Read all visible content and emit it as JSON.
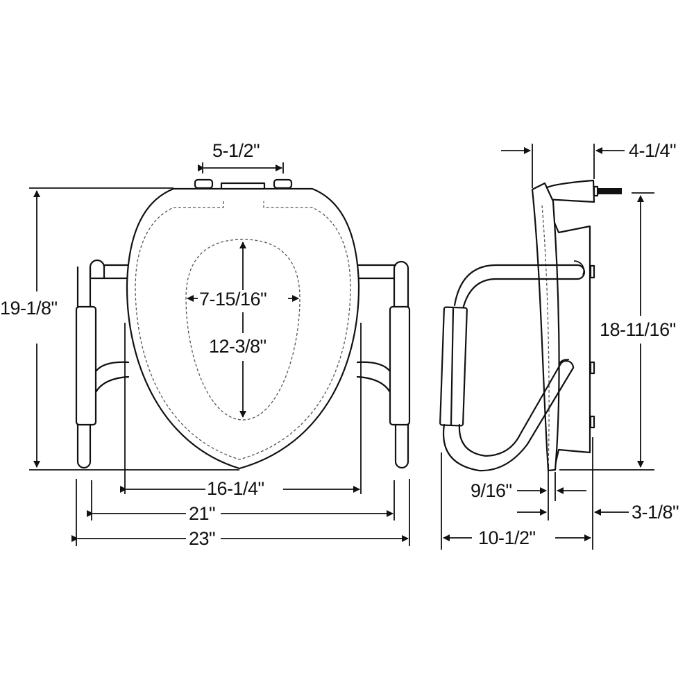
{
  "diagram": {
    "subject": "Raised toilet seat with support arms - dimension drawing",
    "views": [
      "front",
      "side"
    ],
    "colors": {
      "line": "#111111",
      "background": "#ffffff",
      "hidden_line": "#555555"
    }
  },
  "front_view": {
    "dimensions": {
      "hinge_spacing": "5-1/2\"",
      "overall_height": "19-1/8\"",
      "opening_width": "7-15/16\"",
      "opening_length": "12-3/8\"",
      "seat_width": "16-1/4\"",
      "arm_inner_width": "21\"",
      "overall_width": "23\""
    }
  },
  "side_view": {
    "dimensions": {
      "hinge_depth": "4-1/4\"",
      "seat_height": "18-11/16\"",
      "seat_thickness": "9/16\"",
      "rear_offset": "3-1/8\"",
      "overall_depth": "10-1/2\""
    }
  }
}
